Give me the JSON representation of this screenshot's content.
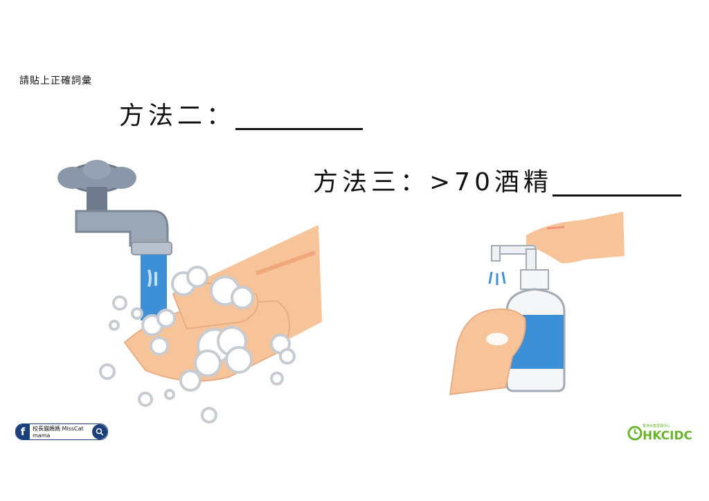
{
  "instruction": "請貼上正確詞彙",
  "methods": [
    {
      "label": "方法二："
    },
    {
      "label": "方法三：>70酒精"
    }
  ],
  "illustrations": {
    "left": "handwashing-with-soap-illustration",
    "right": "hand-sanitizer-pump-illustration"
  },
  "footer": {
    "fb_icon": "f",
    "fb_text": "校長貓媽媽 MissCat mama",
    "logo_text": "HKCIDC",
    "logo_caption": "香港兒童發展中心"
  },
  "colors": {
    "line": "#111111",
    "water": "#3d8fd6",
    "skin": "#f7c49a",
    "brand": "#1a3f7a",
    "logo_green": "#6ab42d"
  }
}
